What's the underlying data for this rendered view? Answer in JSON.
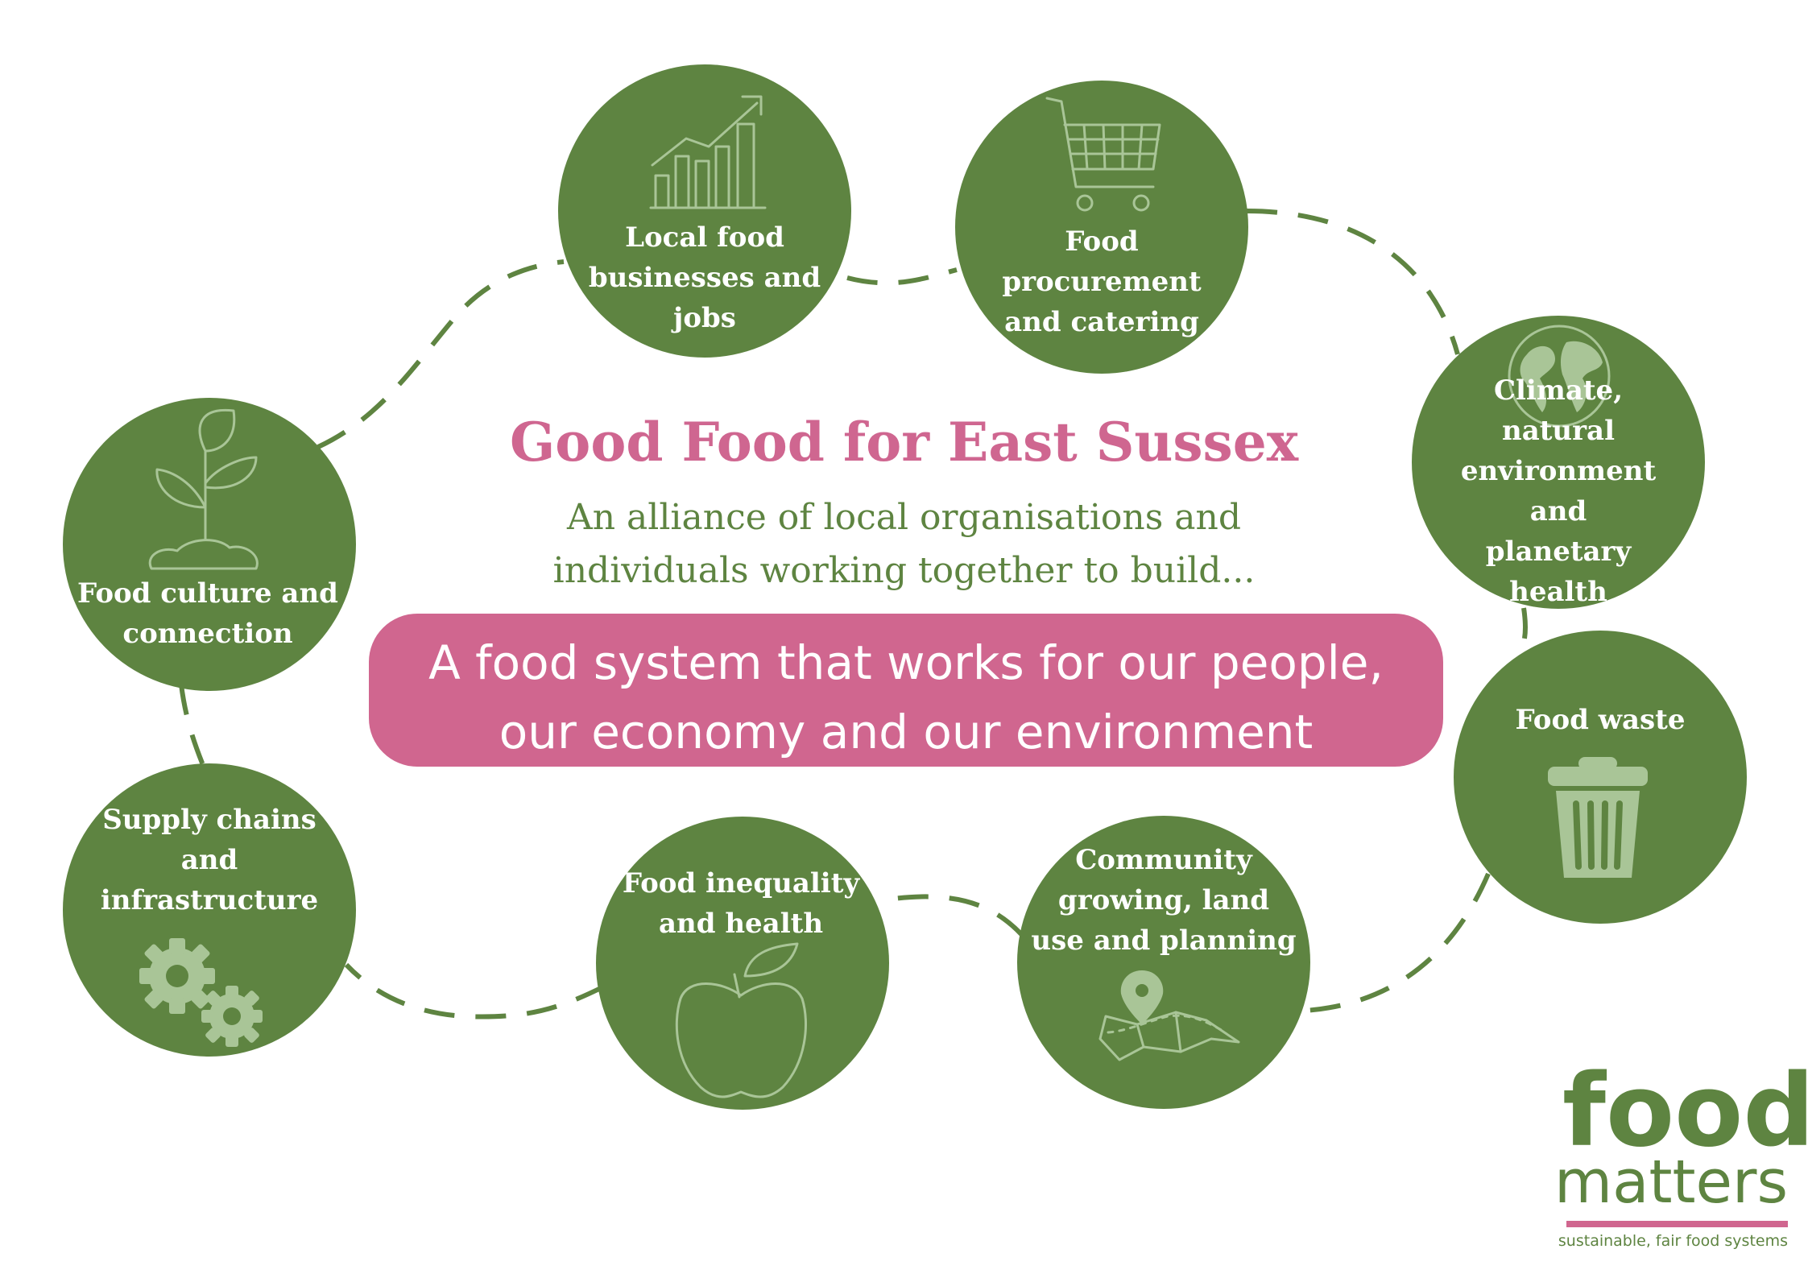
{
  "title": "Good Food for East Sussex",
  "subtitle": "An alliance of local organisations and\nindividuals working together to build...",
  "banner": "A food system that works for our people,\nour economy and our environment",
  "colors": {
    "green": "#5e8441",
    "icon": "#a9c597",
    "pink": "#d0668f"
  },
  "topics": [
    {
      "label": "Local food\nbusinesses and\njobs",
      "icon": "bar-chart-trend-icon"
    },
    {
      "label": "Food\nprocurement\nand catering",
      "icon": "shopping-cart-icon"
    },
    {
      "label": "Climate, natural\nenvironment and\nplanetary health",
      "icon": "globe-icon"
    },
    {
      "label": "Food waste",
      "icon": "waste-bin-icon"
    },
    {
      "label": "Community\ngrowing, land\nuse and planning",
      "icon": "map-pin-icon"
    },
    {
      "label": "Food inequality\nand health",
      "icon": "apple-icon"
    },
    {
      "label": "Supply chains\nand\ninfrastructure",
      "icon": "gears-icon"
    },
    {
      "label": "Food culture and\nconnection",
      "icon": "seedling-icon"
    }
  ],
  "logo": {
    "line1": "food",
    "line2": "matters",
    "tagline": "sustainable, fair food systems"
  }
}
